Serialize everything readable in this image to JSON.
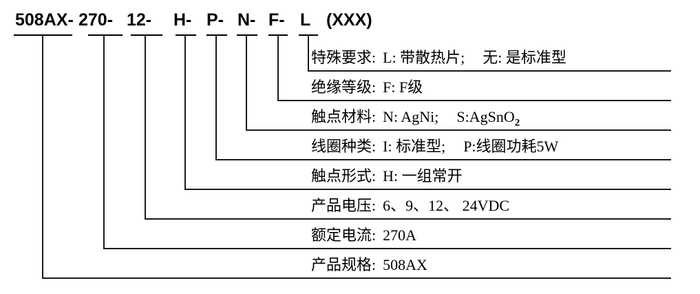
{
  "diagram": {
    "title": "508AX relay part number designation",
    "line_color": "#1a1a1a",
    "text_color": "#000000",
    "background": "#ffffff"
  },
  "code": {
    "segments": [
      {
        "text": "508AX-",
        "key": "product-spec"
      },
      {
        "text": "270-",
        "key": "rated-current"
      },
      {
        "text": "12-",
        "key": "product-voltage"
      },
      {
        "text": "H-",
        "key": "contact-form"
      },
      {
        "text": "P-",
        "key": "coil-type"
      },
      {
        "text": "N-",
        "key": "contact-material"
      },
      {
        "text": "F-",
        "key": "insulation-class"
      },
      {
        "text": "L",
        "key": "special-requirement"
      }
    ],
    "suffix": "(XXX)"
  },
  "rows": [
    {
      "key": "special-requirement",
      "label_prefix": "特殊要求:",
      "value_a": "L: 带散热片;",
      "value_b": "无: 是标准型"
    },
    {
      "key": "insulation-class",
      "label_prefix": "绝缘等级:",
      "value_a": "F: F级",
      "value_b": ""
    },
    {
      "key": "contact-material",
      "label_prefix": "触点材料:",
      "value_a": "N: AgNi;",
      "value_b": "S:AgSnO",
      "value_b_sub": "2"
    },
    {
      "key": "coil-type",
      "label_prefix": "线圈种类:",
      "value_a": "I: 标准型;",
      "value_b": "P:线圈功耗5W"
    },
    {
      "key": "contact-form",
      "label_prefix": "触点形式:",
      "value_a": "H: 一组常开",
      "value_b": ""
    },
    {
      "key": "product-voltage",
      "label_prefix": "产品电压:",
      "value_a": "6、9、12、 24VDC",
      "value_b": ""
    },
    {
      "key": "rated-current",
      "label_prefix": "额定电流:",
      "value_a": "270A",
      "value_b": ""
    },
    {
      "key": "product-spec",
      "label_prefix": "产品规格:",
      "value_a": "508AX",
      "value_b": ""
    }
  ]
}
